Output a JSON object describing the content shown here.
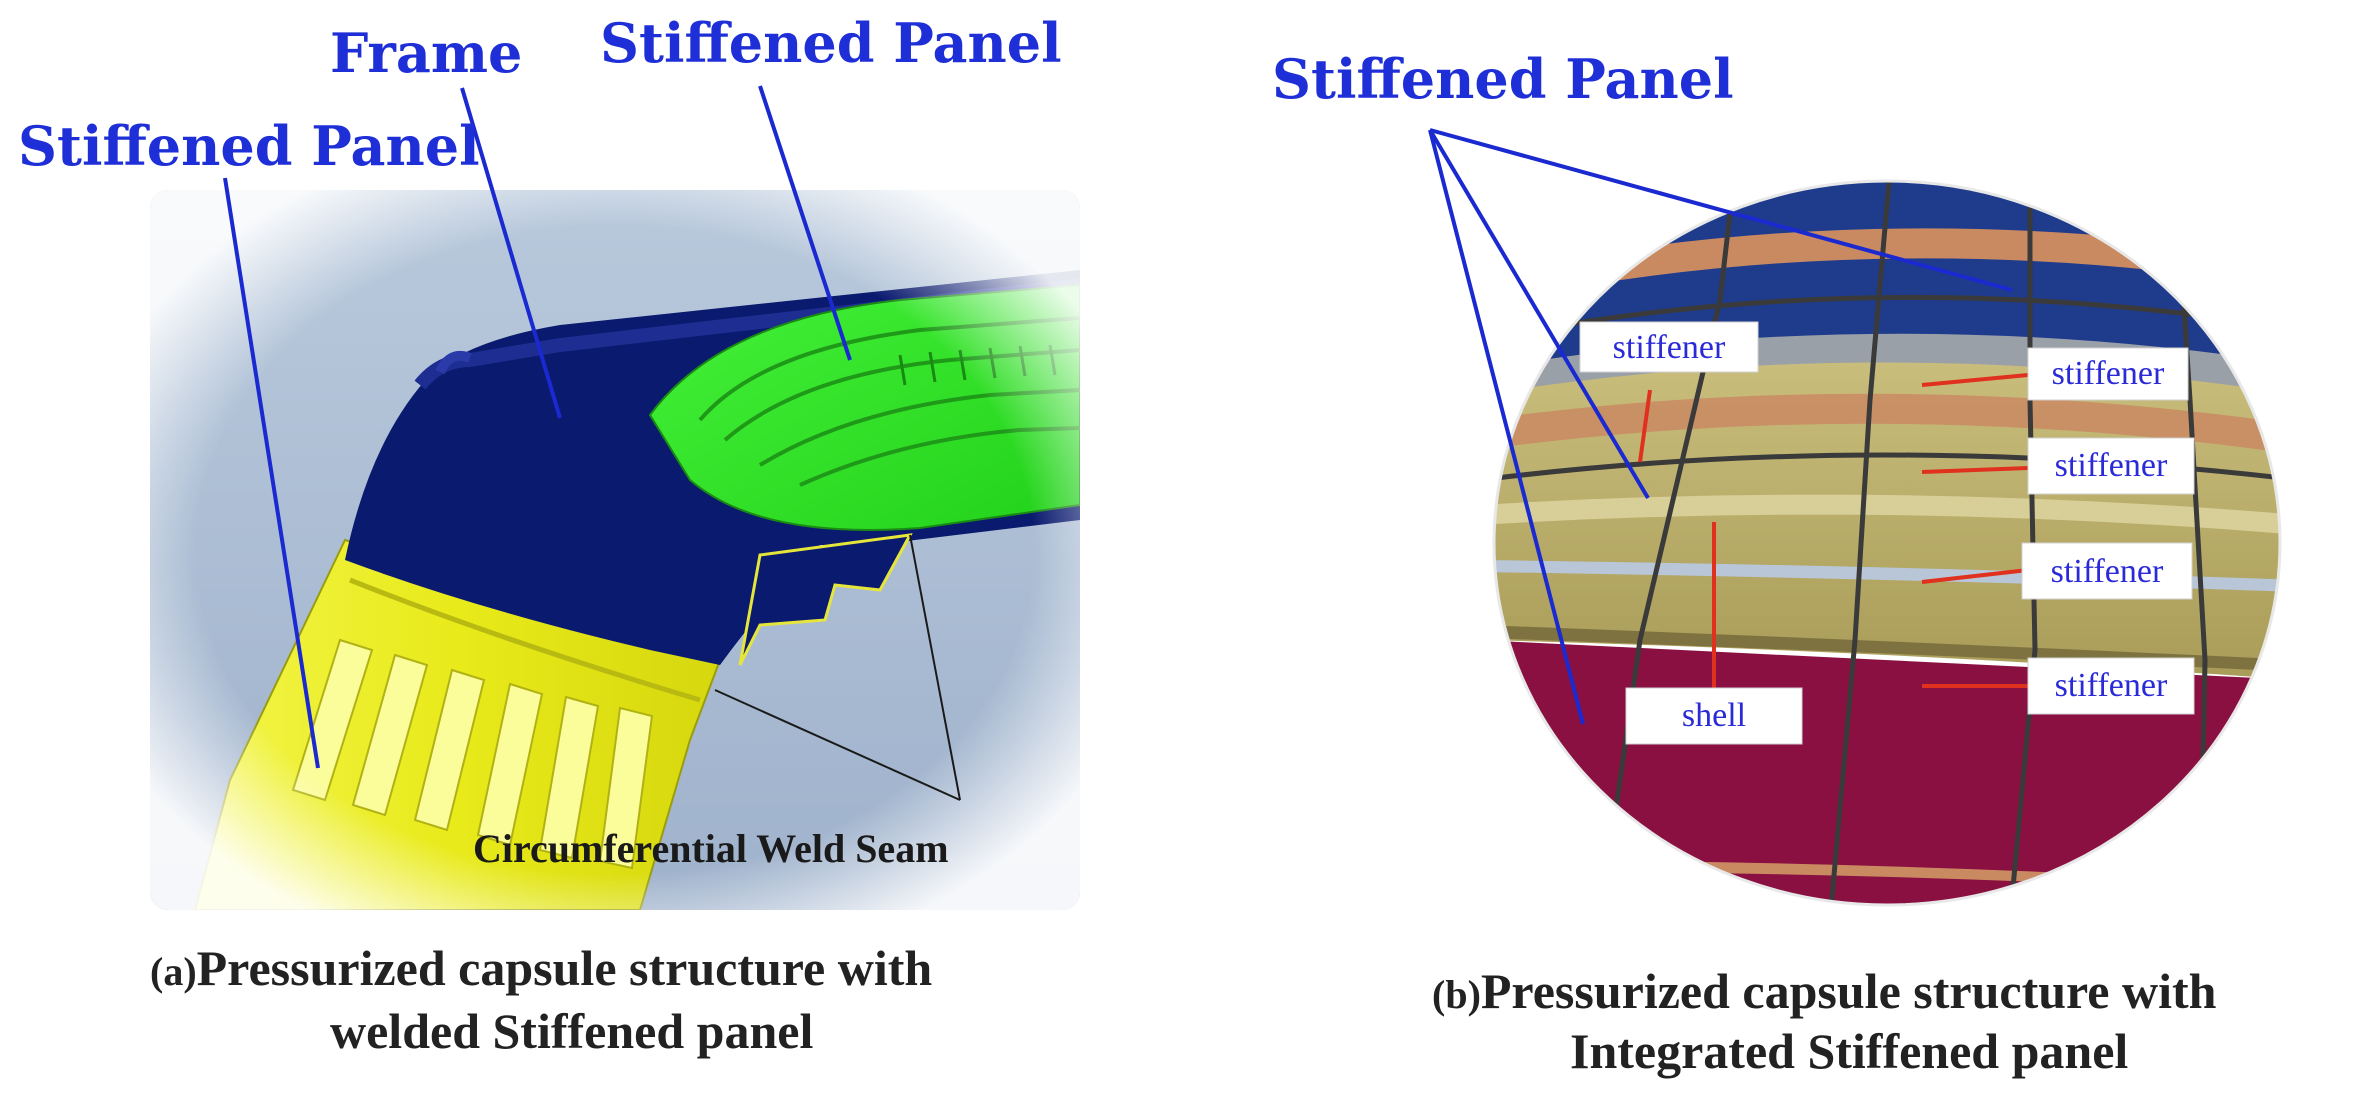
{
  "panel_a": {
    "labels": {
      "stiffened_panel_left": "Stiffened Panel",
      "frame": "Frame",
      "stiffened_panel_top": "Stiffened Panel",
      "weld_seam": "Circumferential Weld Seam"
    },
    "caption": {
      "prefix": "(a)",
      "line1": "Pressurized capsule structure with",
      "line2": "welded Stiffened panel"
    },
    "colors": {
      "background": "#a9bbd2",
      "frame": "#0a1a6e",
      "green_panel": "#33ee22",
      "yellow_panel": "#ecee20"
    }
  },
  "panel_b": {
    "title": "Stiffened Panel",
    "labels": {
      "stiffener_left": "stiffener",
      "stiffener_1": "stiffener",
      "stiffener_2": "stiffener",
      "stiffener_3": "stiffener",
      "stiffener_4": "stiffener",
      "shell": "shell"
    },
    "caption": {
      "prefix": "(b)",
      "line1": "Pressurized capsule structure with",
      "line2": "Integrated Stiffened panel"
    },
    "colors": {
      "top_band": "#1f3b8c",
      "middle_band": "#b9ad6a",
      "bottom_band": "#8a1041",
      "stiffener_stripe": "#c98a62",
      "leader_red": "#e0301e"
    }
  }
}
